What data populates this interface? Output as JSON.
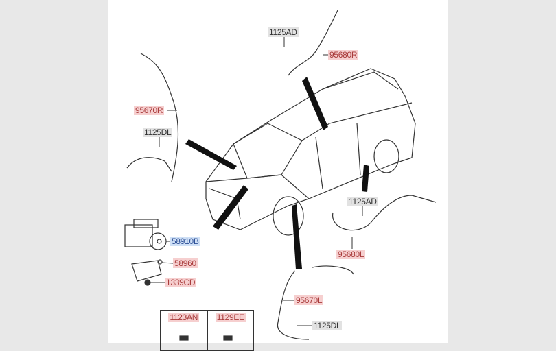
{
  "diagram": {
    "labels": {
      "top_bolt": "1125AD",
      "front_right_sensor": "95680R",
      "front_right_cable": "95670R",
      "left_bolt": "1125DL",
      "rear_bolt": "1125AD",
      "rear_left_sensor": "95680L",
      "abs_module": "58910B",
      "bracket": "58960",
      "nut": "1339CD",
      "front_left_cable": "95670L",
      "bottom_bolt": "1125DL"
    },
    "table": {
      "headers": [
        "1123AN",
        "1129EE"
      ]
    },
    "colors": {
      "red_label": "#f6cfcf",
      "gray_label": "#e2e2e2",
      "blue_label": "#cfe0f6"
    }
  }
}
